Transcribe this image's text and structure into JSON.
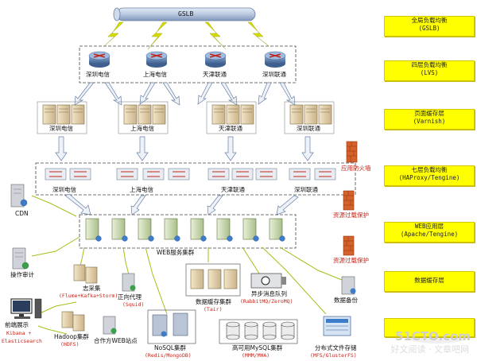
{
  "diagram": {
    "gslb": "GSLB",
    "routers": [
      "深圳电信",
      "上海电信",
      "天津联通",
      "深圳联通"
    ],
    "cache_servers": [
      "深圳电信",
      "上海电信",
      "天津联通",
      "深圳联通"
    ],
    "switches": [
      "深圳电信",
      "上海电信",
      "天津联通",
      "深圳联通"
    ],
    "firewall": "应用防火墙",
    "overload_1": "资源过载保护",
    "overload_2": "资源过载保护",
    "cdn": "CDN",
    "web_cluster": "WEB服务集群",
    "audit": "操作审计",
    "collect": "志采集",
    "collect_sub": "(Flume+Kafka+Storm)",
    "proxy": "正向代理",
    "proxy_sub": "(Squid)",
    "datacache": "数据缓存集群",
    "datacache_sub": "(Tair)",
    "mq": "异步消息队列",
    "mq_sub": "(RabbitMQ/ZeroMQ)",
    "backup": "数据备份",
    "frontend": "前端展示",
    "frontend_sub1": "Kibana +",
    "frontend_sub2": "Elasticsearch",
    "hadoop": "Hadoop集群",
    "hadoop_sub": "(HDFS)",
    "partner": "合作方WEB站点",
    "nosql": "NoSQL集群",
    "nosql_sub": "(Redis/MongoDB)",
    "mysql": "高可用MySQL集群",
    "mysql_sub": "(MMM/MHA)",
    "dfs": "分布式文件存储",
    "dfs_sub": "(MFS/GlusterFS)"
  },
  "tiers": [
    {
      "title": "全局负载均衡",
      "sub": "(GSLB)"
    },
    {
      "title": "四层负载均衡",
      "sub": "(LVS)"
    },
    {
      "title": "页面缓存层",
      "sub": "(Varnish)"
    },
    {
      "title": "七层负载均衡",
      "sub": "(HAProxy/Tengine)"
    },
    {
      "title": "WEB应用层",
      "sub": "(Apache/Tengine)"
    },
    {
      "title": "数据缓存层",
      "sub": ""
    },
    {
      "title": "",
      "sub": ""
    }
  ],
  "watermark": {
    "site": "51CTO.com",
    "caption": "好文阅读 · 文章吧网"
  },
  "colors": {
    "tier_fill": "#ffff00",
    "label_red": "#c0261b",
    "router_blue": "#5b7fb0",
    "lightning": "#c8d400"
  }
}
